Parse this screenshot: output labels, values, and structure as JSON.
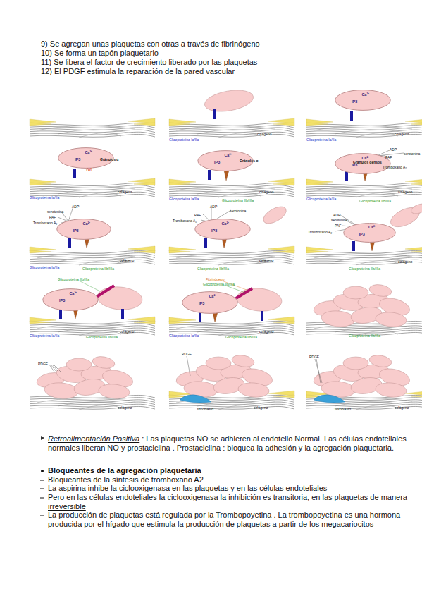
{
  "diagram": {
    "nodes": [
      {
        "text": [
          "Ca²⁺",
          "IP3"
        ]
      },
      {
        "text": [
          "Ca²⁺",
          "IP3"
        ]
      },
      {
        "text": [
          "Ca²⁺",
          "IP3"
        ]
      },
      {
        "text": [
          "Ca²⁺",
          "IP3"
        ]
      },
      {
        "text": [
          "Ca²⁺",
          "IP3"
        ]
      },
      {
        "text": [
          "Ca²⁺",
          "IP3"
        ]
      },
      {
        "text": [
          "Ca²⁺",
          "IP3"
        ]
      },
      {
        "text": [
          "Ca²⁺",
          "IP3"
        ]
      },
      {
        "text": [
          "Ca²⁺",
          "IP3"
        ]
      }
    ],
    "labels": [
      "9) Se agregan unas plaquetas con otras a través de fibrinógeno",
      "10) Se forma un tapón plaquetario",
      "11) Se libera el factor de crecimiento liberado por las plaquetas",
      "12) El PDGF estimula la reparación de la pared vascular",
      "Glicoproteína Ia/IIa",
      "colágeno",
      "Glicoproteína Ia/IIa",
      "colágeno",
      "Gránulos α",
      "vWf",
      "Glicoproteína Ia/IIa",
      "colágeno",
      "Gránulos α",
      "Glicoproteína Ia/IIa",
      "Glicoproteína IIb/IIIa",
      "colágeno",
      "ADP",
      "serotonina",
      "PAF",
      "Gránulos densos",
      "Tromboxano A₂",
      "Glicoproteína Ia/IIa",
      "Glicoproteína IIb/IIIa",
      "colágeno",
      "ADP",
      "serotonina",
      "PAF",
      "Tromboxano A₂",
      "Glicoproteína Ia/IIa",
      "Glicoproteína IIb/IIIa",
      "colágeno",
      "ADP",
      "serotonina",
      "PAF",
      "Tromboxano A₂",
      "Glicoproteína IIb/IIIa",
      "colágeno",
      "ADP",
      "serotonina",
      "PAF",
      "Tromboxano A₂",
      "Glicoproteína IIb/IIIa",
      "colágeno",
      "Glicoproteína IIb/IIIa",
      "Glicoproteína Ia/IIa",
      "Glicoproteína IIb/IIIa",
      "colágeno",
      "Fibrinógeno",
      "Glicoproteína IIb/IIIa",
      "Glicoproteína Ia/IIa",
      "Glicoproteína IIb/IIIa",
      "colágeno",
      "Glicoproteína IIb/IIIa",
      "PDGF",
      "colágeno",
      "PDGF",
      "fibroblasto",
      "colágeno",
      "PDGF",
      "fibroblasto",
      "colágeno",
      "Retroalimentación Positiva",
      ": Las plaquetas NO se adhieren al endotelio Normal. Las células endoteliales normales liberan NO y prostaciclina . Prostaciclina : bloquea la adhesión y la agregación plaquetaria.",
      "Bloqueantes de la agregación plaquetaria",
      "Bloqueantes de la síntesis de tromboxano A2",
      "La aspirina inhibe la ciclooxigenasa en las plaquetas y en las células endoteliales",
      "Pero en las células endoteliales la ciclooxigenasa la inhibición es transitoria,",
      "en las plaquetas de manera irreversible",
      "La producción de plaquetas está regulada por la Trombopoyetina . La trombopoyetina es una hormona producida por el hígado que estimula la producción de plaquetas a partir de los megacariocitos"
    ]
  }
}
